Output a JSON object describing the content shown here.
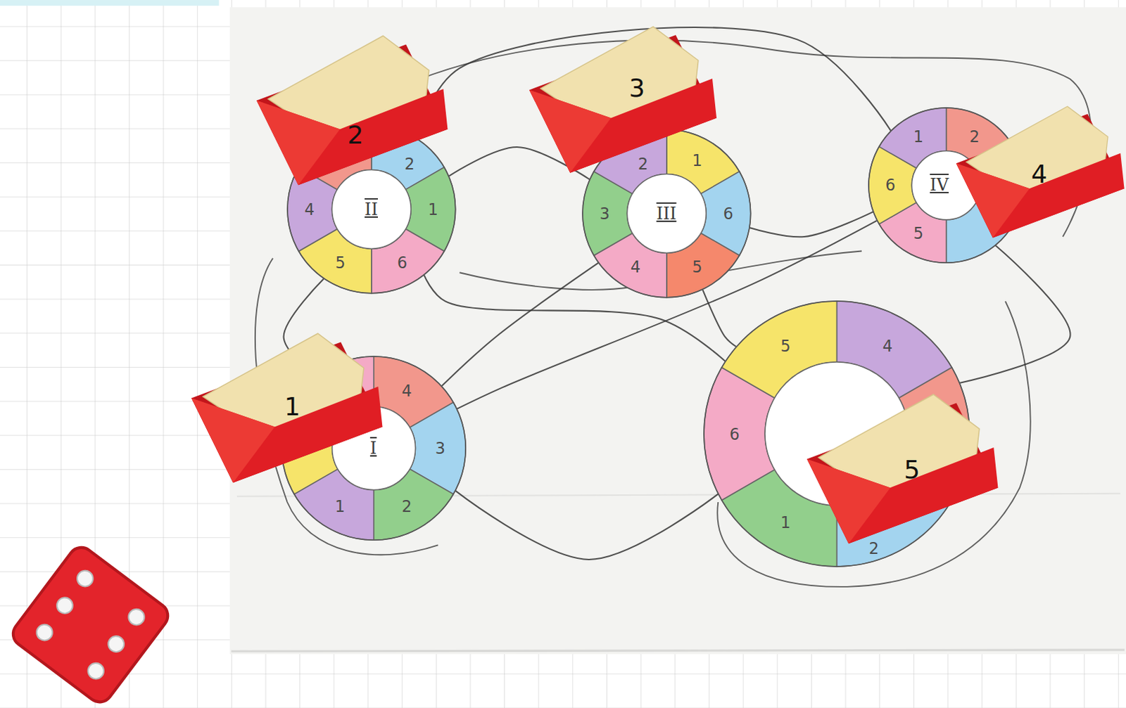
{
  "diagram": {
    "nodes": [
      {
        "text": [
          "2"
        ]
      },
      {
        "text": [
          "3"
        ]
      },
      {
        "text": [
          "II",
          "2",
          "1",
          "6",
          "5",
          "4"
        ]
      },
      {
        "text": [
          "III",
          "1",
          "6",
          "5",
          "4",
          "3",
          "2"
        ]
      },
      {
        "text": [
          "IV",
          "1",
          "2",
          "5",
          "6"
        ]
      },
      {
        "text": [
          "4"
        ]
      },
      {
        "text": [
          "1"
        ]
      },
      {
        "text": [
          "I",
          "4",
          "3",
          "2",
          "1"
        ]
      },
      {
        "text": [
          "5",
          "4",
          "6",
          "1",
          "2"
        ]
      },
      {
        "text": [
          "5"
        ]
      }
    ],
    "edges": [
      {
        "from": 7,
        "to": 2,
        "arrow": "none"
      },
      {
        "from": 7,
        "to": 3,
        "arrow": "none"
      },
      {
        "from": 7,
        "to": 4,
        "arrow": "none"
      },
      {
        "from": 7,
        "to": 8,
        "arrow": "none"
      },
      {
        "from": 2,
        "to": 3,
        "arrow": "none"
      },
      {
        "from": 2,
        "to": 4,
        "arrow": "none"
      },
      {
        "from": 2,
        "to": 8,
        "arrow": "none"
      },
      {
        "from": 3,
        "to": 4,
        "arrow": "none"
      },
      {
        "from": 3,
        "to": 8,
        "arrow": "none"
      },
      {
        "from": 4,
        "to": 8,
        "arrow": "none"
      }
    ]
  }
}
